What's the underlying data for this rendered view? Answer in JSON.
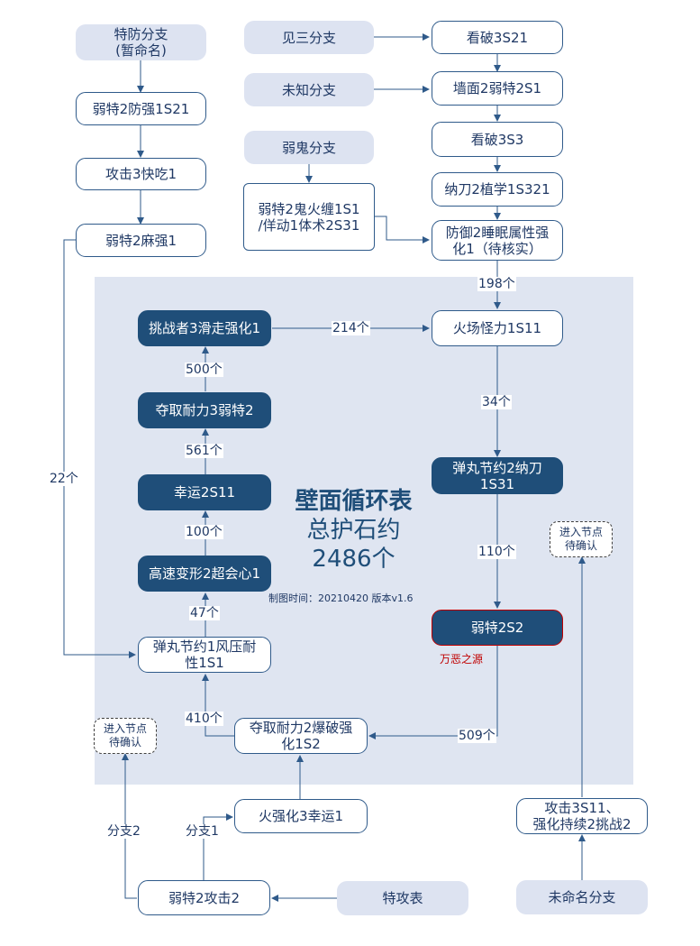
{
  "nodes": {
    "tefang": "特防分支\n(暂命名)",
    "ruote2_fangqiang1": "弱特2防强1S21",
    "gongji3_kuaichi1": "攻击3快吃1",
    "ruote2_maqiang1": "弱特2麻强1",
    "jiansan": "见三分支",
    "weizhi": "未知分支",
    "ruogui": "弱鬼分支",
    "ruote2_guihuochan": "弱特2鬼火缠1S1\n/佯动1体术2S31",
    "kanpo3_s21": "看破3S21",
    "qiangmian2_ruote2": "墙面2弱特2S1",
    "kanpo3_s3": "看破3S3",
    "nadao2_zhixue": "纳刀2植学1S321",
    "fangyu2_shuimian": "防御2睡眠属性强\n化1（待核实）",
    "tiaozhanzhe3": "挑战者3滑走强化1",
    "huochang": "火场怪力1S11",
    "duoqu3_ruote2": "夺取耐力3弱特2",
    "xingyun2": "幸运2S11",
    "gaosu2": "高速变形2超会心1",
    "danwan_nadao": "弹丸节约2纳刀\n1S31",
    "ruote2_s2": "弱特2S2",
    "danwan_fengya": "弹丸节约1风压耐\n性1S1",
    "duoqu2_baopo": "夺取耐力2爆破强\n化1S2",
    "pending_left": "进入节点\n待确认",
    "pending_right": "进入节点\n待确认",
    "huoqianghua3": "火强化3幸运1",
    "ruote2_gongji2": "弱特2攻击2",
    "tegong": "特攻表",
    "gongji_s11": "攻击3S11、\n强化持续2挑战2",
    "weimingming": "未命名分支"
  },
  "edge_labels": {
    "n22": "22个",
    "n198": "198个",
    "n214": "214个",
    "n500": "500个",
    "n34": "34个",
    "n561": "561个",
    "n100": "100个",
    "n110": "110个",
    "n47": "47个",
    "n410": "410个",
    "n509": "509个",
    "fenzhi1": "分支1",
    "fenzhi2": "分支2"
  },
  "center": {
    "title": "壁面循环表",
    "line2": "总护石约",
    "line3": "2486个",
    "timestamp": "制图时间：20210420 版本v1.6"
  },
  "annotation": "万恶之源",
  "colors": {
    "dark_node": "#1f4e79",
    "light_node": "#dde3f1",
    "panel": "#dfe5f1",
    "edge": "#2f5a8a",
    "highlight": "#c00000"
  }
}
